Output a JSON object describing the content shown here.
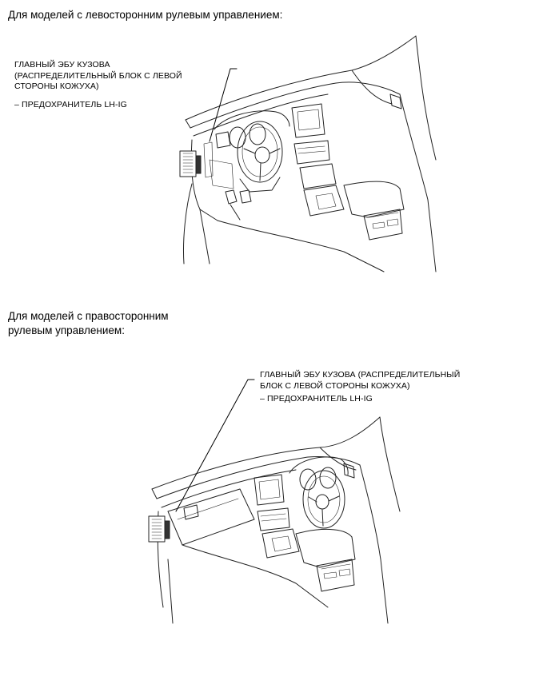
{
  "lhd": {
    "heading": "Для моделей с левосторонним рулевым управлением:",
    "callout": {
      "line1": "ГЛАВНЫЙ ЭБУ КУЗОВА",
      "line2": "(РАСПРЕДЕЛИТЕЛЬНЫЙ БЛОК С ЛЕВОЙ",
      "line3": "СТОРОНЫ КОЖУХА)",
      "fuse": "– ПРЕДОХРАНИТЕЛЬ LH-IG"
    }
  },
  "rhd": {
    "heading_line1": "Для моделей с правосторонним",
    "heading_line2": "рулевым управлением:",
    "callout": {
      "line1": "ГЛАВНЫЙ ЭБУ КУЗОВА (РАСПРЕДЕЛИТЕЛЬНЫЙ",
      "line2": "БЛОК С ЛЕВОЙ СТОРОНЫ КОЖУХА)",
      "fuse": "– ПРЕДОХРАНИТЕЛЬ LH-IG"
    }
  }
}
